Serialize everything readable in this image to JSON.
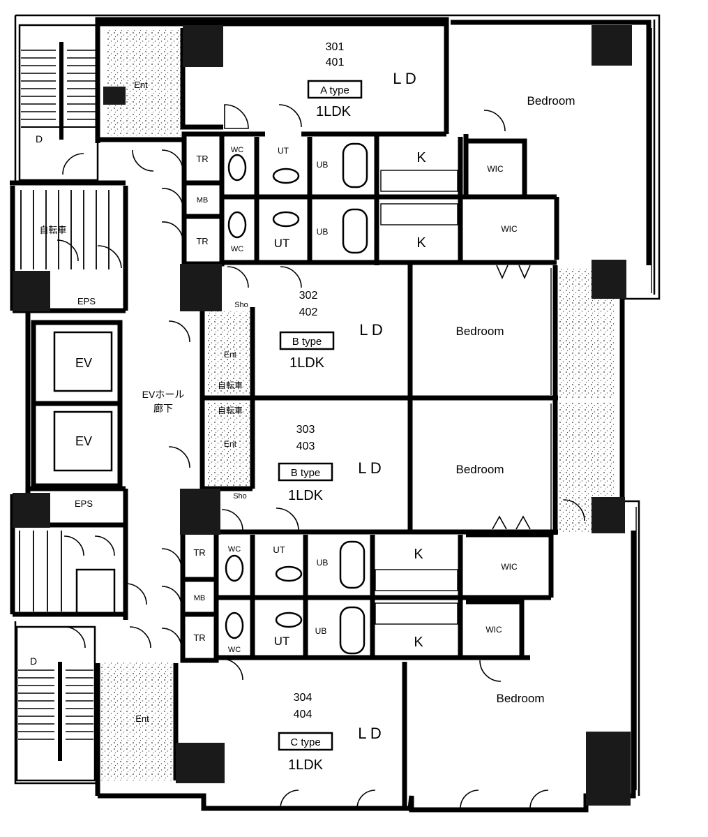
{
  "units": {
    "a": {
      "numbers": [
        "301",
        "401"
      ],
      "type": "A type",
      "plan": "1LDK",
      "ld": "L D",
      "k": "K",
      "bedroom": "Bedroom",
      "wic": "WIC"
    },
    "b1": {
      "numbers": [
        "302",
        "402"
      ],
      "type": "B type",
      "plan": "1LDK",
      "ld": "L D",
      "k": "K",
      "bedroom": "Bedroom",
      "wic": "WIC"
    },
    "b2": {
      "numbers": [
        "303",
        "403"
      ],
      "type": "B type",
      "plan": "1LDK",
      "ld": "L D",
      "k": "K",
      "bedroom": "Bedroom",
      "wic": "WIC"
    },
    "c": {
      "numbers": [
        "304",
        "404"
      ],
      "type": "C type",
      "plan": "1LDK",
      "ld": "L D",
      "k": "K",
      "bedroom": "Bedroom",
      "wic": "WIC"
    }
  },
  "rooms": {
    "wc": "WC",
    "ut": "UT",
    "ub": "UB",
    "tr": "TR",
    "mb": "MB",
    "eps": "EPS",
    "ev": "EV",
    "ent": "Ent",
    "sho": "Sho",
    "d": "D",
    "bicycle": "自転車",
    "ev_hall": "EVホール",
    "corridor": "廊下"
  }
}
